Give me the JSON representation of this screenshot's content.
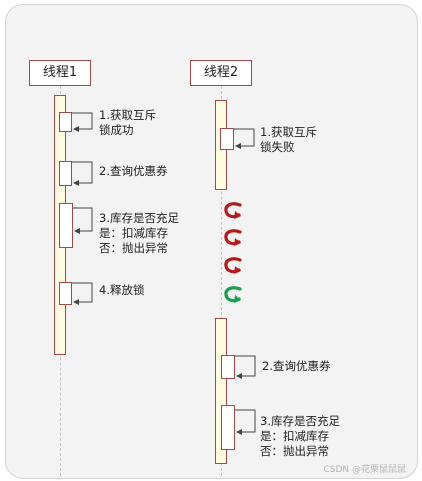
{
  "actors": [
    {
      "label": "线程1"
    },
    {
      "label": "线程2"
    }
  ],
  "thread1": {
    "msg1": [
      "1.获取互斥",
      "锁成功"
    ],
    "msg2": [
      "2.查询优惠券"
    ],
    "msg3": [
      "3.库存是否充足",
      "是：扣减库存",
      "否：抛出异常"
    ],
    "msg4": [
      "4.释放锁"
    ]
  },
  "thread2": {
    "msg1": [
      "1.获取互斥",
      "锁失败"
    ],
    "msg2": [
      "2.查询优惠券"
    ],
    "msg3": [
      "3.库存是否充足",
      "是：扣减库存",
      "否：抛出异常"
    ]
  },
  "retry_icons": [
    {
      "icon": "retry-arrow-icon",
      "color": "#b31a1a"
    },
    {
      "icon": "retry-arrow-icon",
      "color": "#b31a1a"
    },
    {
      "icon": "retry-arrow-icon",
      "color": "#b31a1a"
    },
    {
      "icon": "success-arrow-icon",
      "color": "#1a9e4b"
    }
  ],
  "colors": {
    "border": "#a04a4a",
    "activation": "#fffbe0",
    "retry": "#b31a1a",
    "success": "#1a9e4b"
  },
  "watermark": "CSDN @花栗鼠鼠鼠"
}
